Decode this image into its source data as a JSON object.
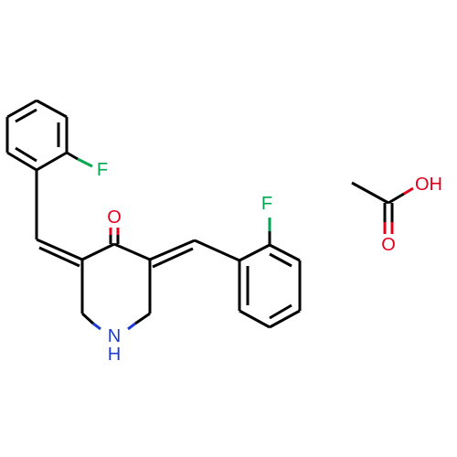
{
  "molecules": [
    {
      "atoms": [
        {
          "symbol": "F",
          "color": "#00a651"
        },
        {
          "symbol": "O",
          "color": "#e2001a"
        },
        {
          "symbol": "F",
          "color": "#00a651"
        },
        {
          "symbol": "N",
          "color": "#1f3bd6"
        },
        {
          "symbol": "H",
          "color": "#1f3bd6"
        }
      ]
    },
    {
      "atoms": [
        {
          "symbol": "OH",
          "color": "#e2001a"
        },
        {
          "symbol": "O",
          "color": "#e2001a"
        }
      ]
    }
  ]
}
